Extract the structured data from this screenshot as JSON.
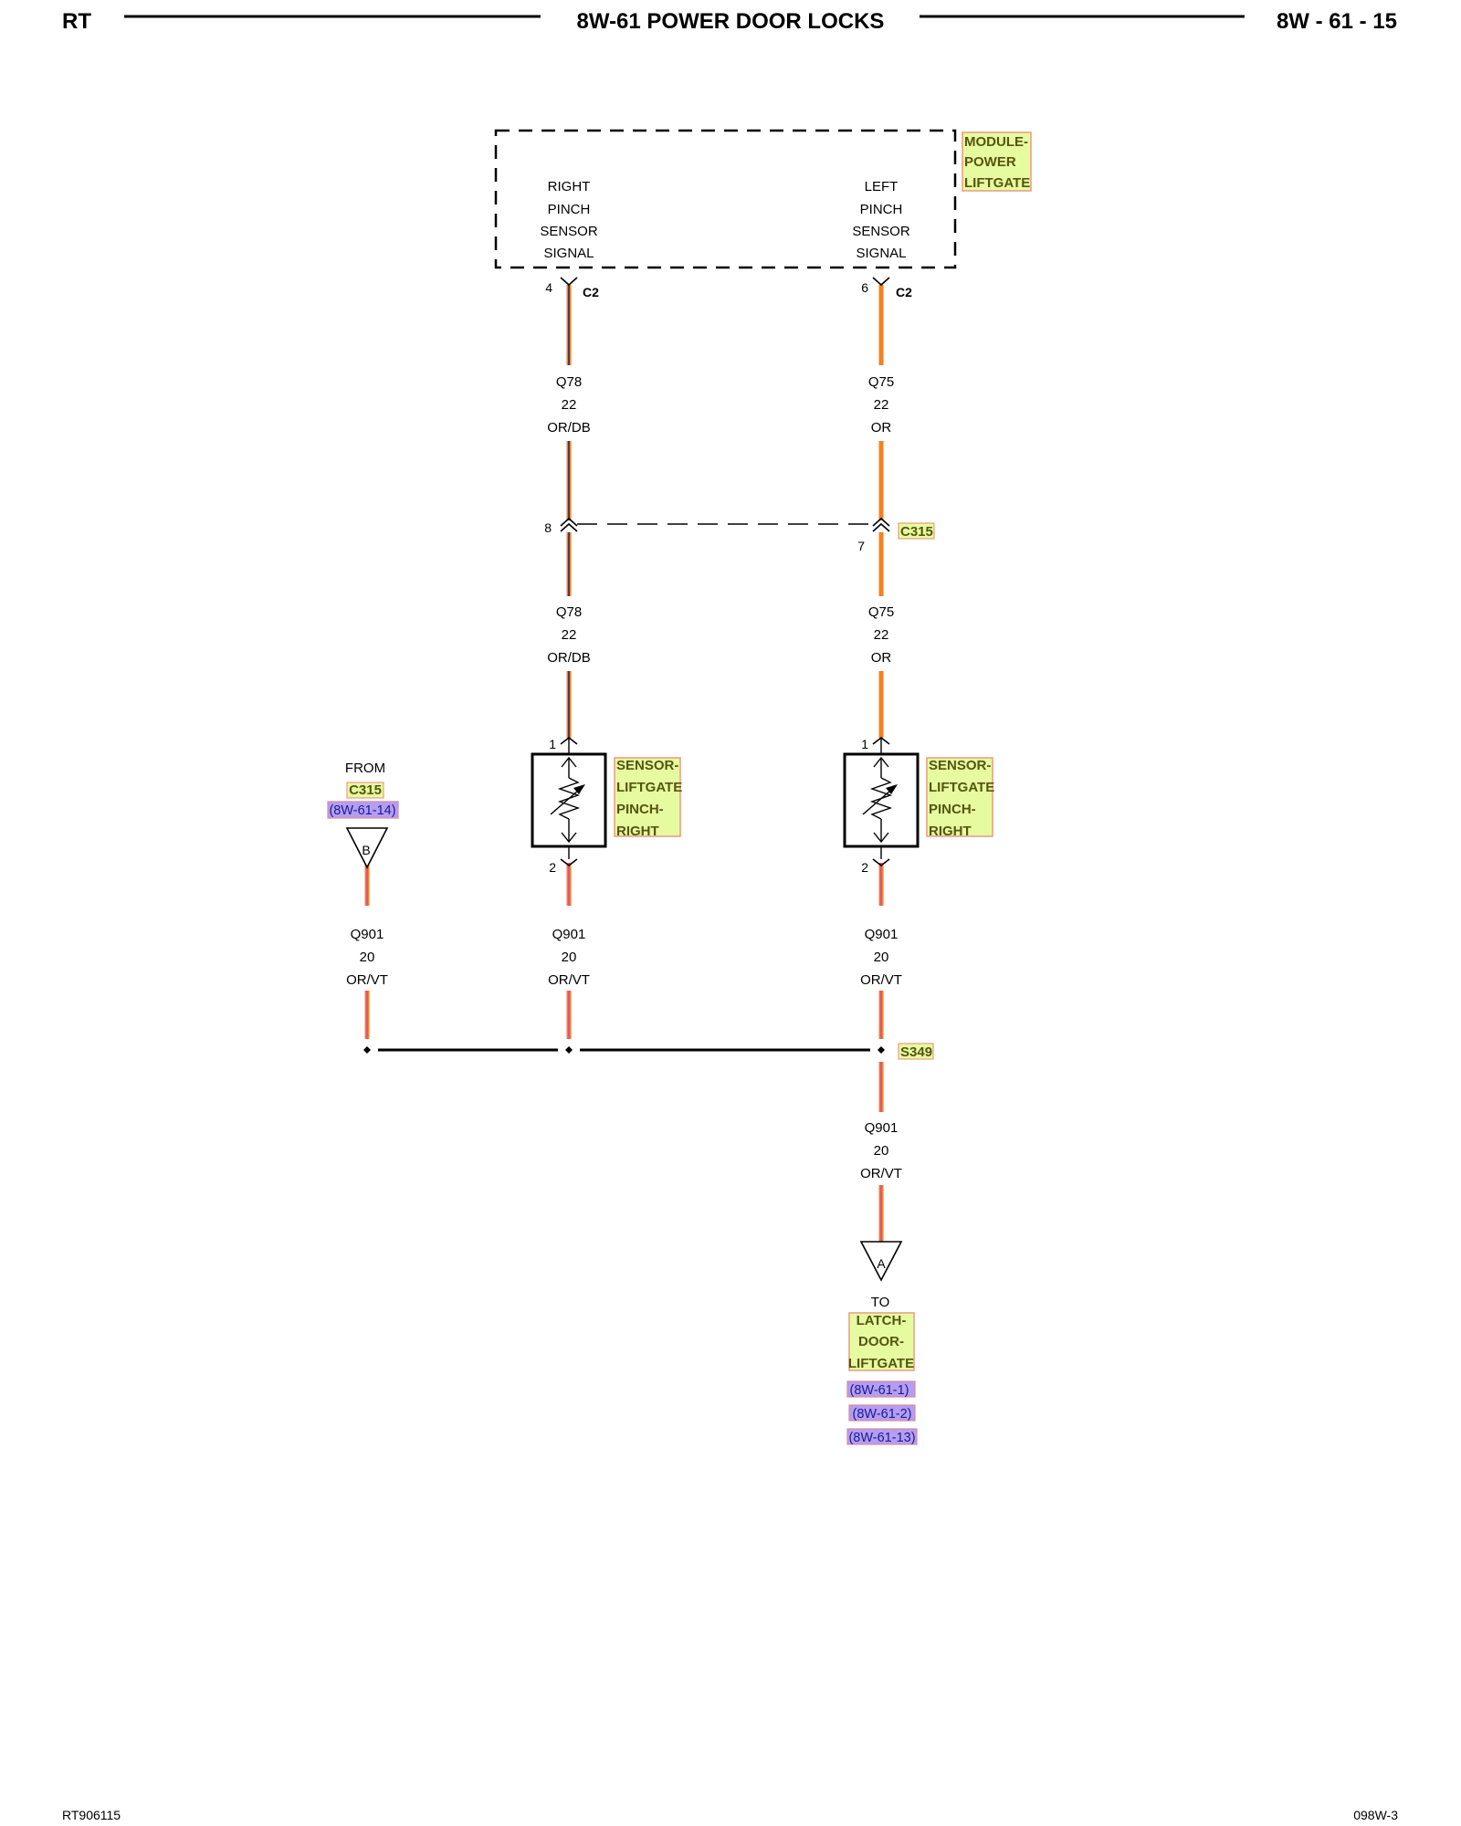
{
  "header": {
    "left": "RT",
    "title": "8W-61 POWER DOOR LOCKS",
    "page": "8W - 61 - 15"
  },
  "module": {
    "name": [
      "MODULE-",
      "POWER",
      "LIFTGATE"
    ],
    "right_signal": [
      "RIGHT",
      "PINCH",
      "SENSOR",
      "SIGNAL"
    ],
    "left_signal": [
      "LEFT",
      "PINCH",
      "SENSOR",
      "SIGNAL"
    ]
  },
  "c2": {
    "name": "C2",
    "right_pin": "4",
    "left_pin": "6"
  },
  "c315": {
    "name": "C315",
    "right_pin": "8",
    "left_pin": "7"
  },
  "wires": {
    "q78": {
      "circuit": "Q78",
      "gauge": "22",
      "color": "OR/DB"
    },
    "q75": {
      "circuit": "Q75",
      "gauge": "22",
      "color": "OR"
    },
    "q901": {
      "circuit": "Q901",
      "gauge": "20",
      "color": "OR/VT"
    }
  },
  "sensor_right": {
    "name": [
      "SENSOR-",
      "LIFTGATE",
      "PINCH-",
      "RIGHT"
    ],
    "pin_top": "1",
    "pin_bottom": "2"
  },
  "sensor_left": {
    "name": [
      "SENSOR-",
      "LIFTGATE",
      "PINCH-",
      "RIGHT"
    ],
    "pin_top": "1",
    "pin_bottom": "2"
  },
  "from_ref": {
    "word": "FROM",
    "component": "C315",
    "page": "(8W-61-14)",
    "marker": "B"
  },
  "splice": {
    "name": "S349"
  },
  "to_ref": {
    "word": "TO",
    "component": [
      "LATCH-",
      "DOOR-",
      "LIFTGATE"
    ],
    "pages": [
      "(8W-61-1)",
      "(8W-61-2)",
      "(8W-61-13)"
    ],
    "marker": "A"
  },
  "footer": {
    "left": "RT906115",
    "right": "098W-3"
  },
  "colors": {
    "orange": "#F5821F",
    "dark_blue": "#1f2a6b",
    "violet": "#D848A8",
    "component_label_bg": "#E6FBA0",
    "component_label_border": "#E89C80",
    "page_ref_bg": "#B49EF0"
  }
}
